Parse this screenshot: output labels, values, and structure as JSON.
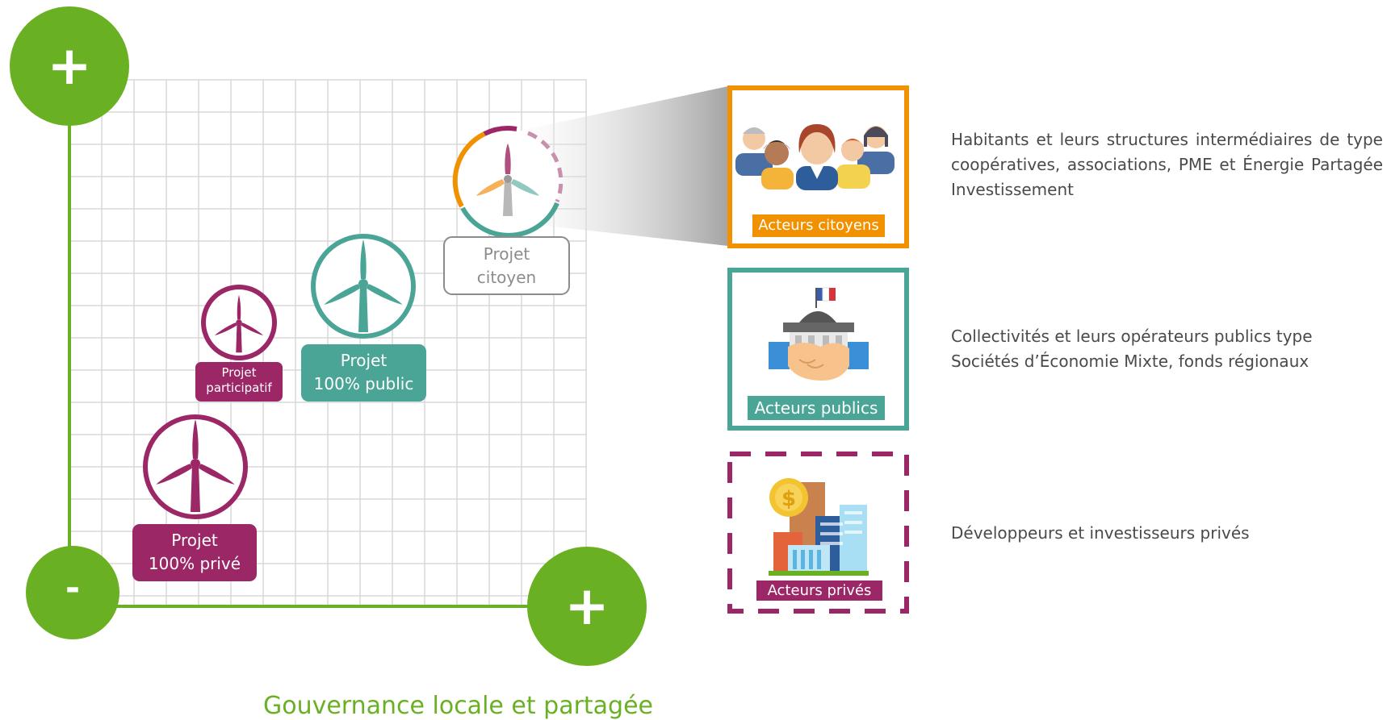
{
  "colors": {
    "green": "#6ab023",
    "magenta": "#9c2766",
    "teal": "#4aa597",
    "orange": "#f29100",
    "grey": "#8c8c8c",
    "grid": "#d8d8d8"
  },
  "axis": {
    "top_sign": "+",
    "origin_sign": "-",
    "right_sign": "+",
    "x_title": "Gouvernance locale et partagée"
  },
  "projects": [
    {
      "id": "prive",
      "line1": "Projet",
      "line2": "100% privé",
      "color": "#9c2766",
      "icon": "wind-turbine-icon"
    },
    {
      "id": "participatif",
      "line1": "Projet",
      "line2": "participatif",
      "color": "#9c2766",
      "icon": "wind-turbine-icon"
    },
    {
      "id": "public",
      "line1": "Projet",
      "line2": "100% public",
      "color": "#4aa597",
      "icon": "wind-turbine-icon"
    },
    {
      "id": "citoyen",
      "line1": "Projet",
      "line2": "citoyen",
      "color": "#8c8c8c",
      "icon": "wind-turbine-icon"
    }
  ],
  "actors": [
    {
      "id": "citoyens",
      "label": "Acteurs citoyens",
      "color": "#f29100",
      "icon": "people-group-icon",
      "description": "Habitants et leurs structures intermédiaires de type coopératives, associations, PME et Énergie Partagée Investissement"
    },
    {
      "id": "publics",
      "label": "Acteurs publics",
      "color": "#4aa597",
      "icon": "handshake-city-hall-icon",
      "description": "Collectivités et leurs opérateurs publics type Sociétés d’Économie Mixte, fonds régionaux"
    },
    {
      "id": "prives",
      "label": "Acteurs privés",
      "color": "#9c2766",
      "icon": "buildings-money-icon",
      "description": "Développeurs et investisseurs privés"
    }
  ]
}
